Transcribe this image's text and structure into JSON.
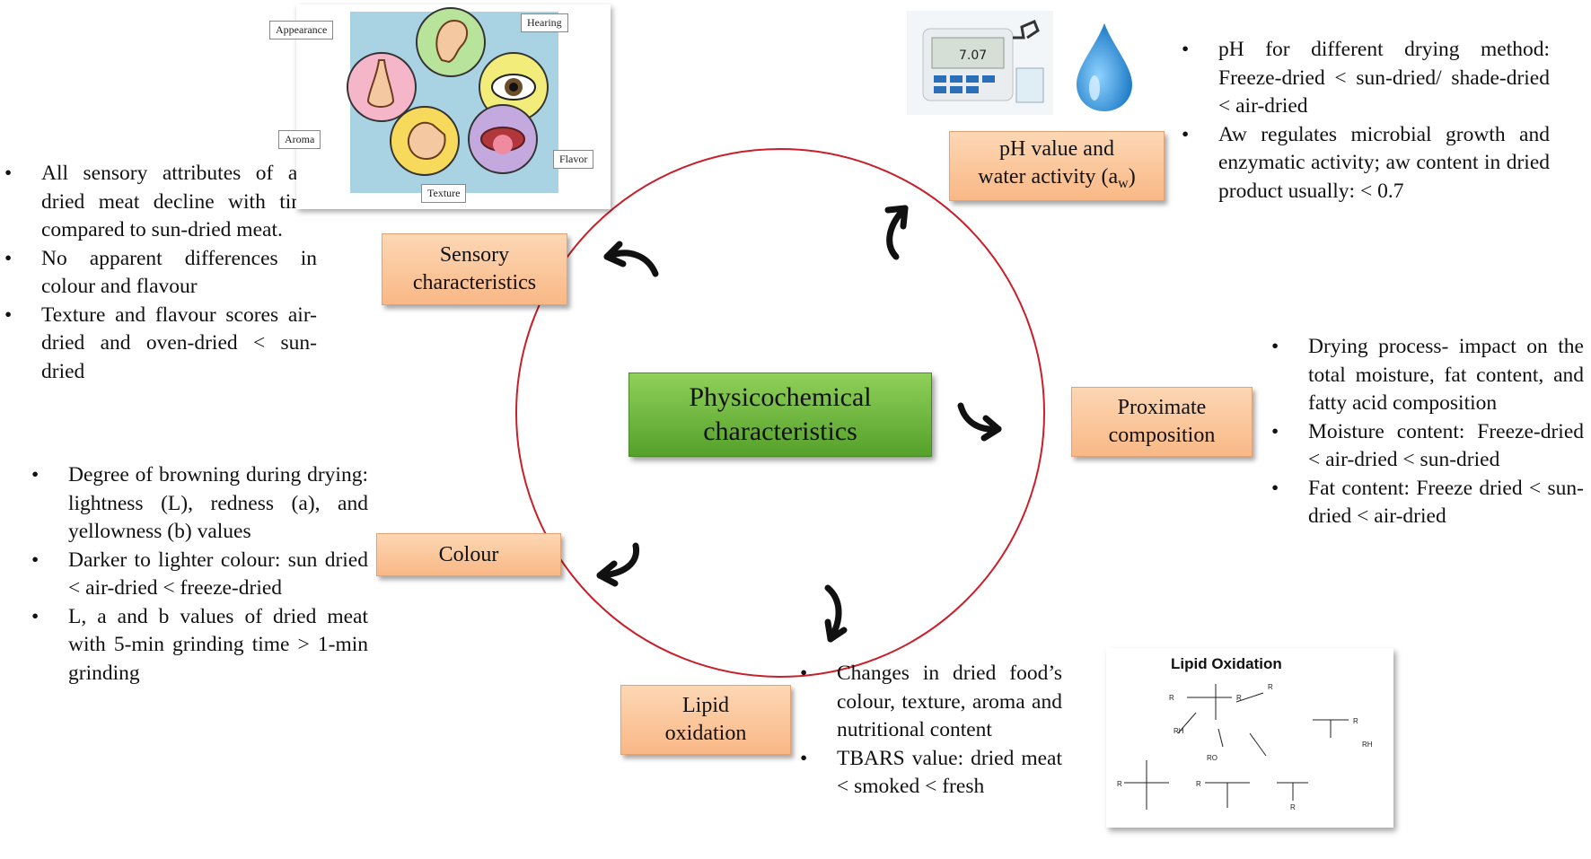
{
  "center_label": "Physicochemical characteristics",
  "nodes": {
    "sensory": "Sensory characteristics",
    "ph_prefix": "pH value and",
    "ph_suffix": "water activity (a",
    "ph_sub": "w",
    "ph_close": ")",
    "proximate": "Proximate composition",
    "lipid": "Lipid oxidation",
    "colour": "Colour"
  },
  "sensory_notes": [
    "All sensory attributes of air-dried meat decline with time compared to sun-dried meat.",
    "No apparent differences in colour and flavour",
    "Texture and flavour scores air-dried and oven-dried < sun-dried"
  ],
  "ph_notes": [
    "pH for different drying method: Freeze-dried < sun-dried/ shade-dried < air-dried",
    "Aw regulates microbial growth and enzymatic activity; aw content in dried product usually: < 0.7"
  ],
  "proximate_notes": [
    "Drying process- impact on the total moisture, fat content, and fatty acid composition",
    "Moisture content: Freeze-dried < air-dried < sun-dried",
    "Fat content: Freeze dried < sun-dried < air-dried"
  ],
  "colour_notes": [
    "Degree of browning during drying: lightness (L), redness (a), and yellowness (b) values",
    "Darker to lighter colour: sun dried < air-dried < freeze-dried",
    "L, a and b values of dried meat with 5-min grinding time > 1-min grinding"
  ],
  "lipid_notes": [
    "Changes in dried food’s colour, texture, aroma and nutritional content",
    "TBARS value: dried meat < smoked < fresh"
  ],
  "senses_image": {
    "appearance": "Appearance",
    "hearing": "Hearing",
    "aroma": "Aroma",
    "flavor": "Flavor",
    "texture": "Texture"
  },
  "meter_display": "7.07",
  "lipid_image": {
    "title": "Lipid Oxidation",
    "labels": [
      "R",
      "R",
      "R",
      "RH",
      "RO",
      "R",
      "RH",
      "R",
      "R",
      "R"
    ]
  },
  "colors": {
    "node_fill": "#f9b886",
    "center_fill": "#6fb83b",
    "cycle_circle": "#c8202a",
    "water_drop": "#2e8fd6"
  }
}
